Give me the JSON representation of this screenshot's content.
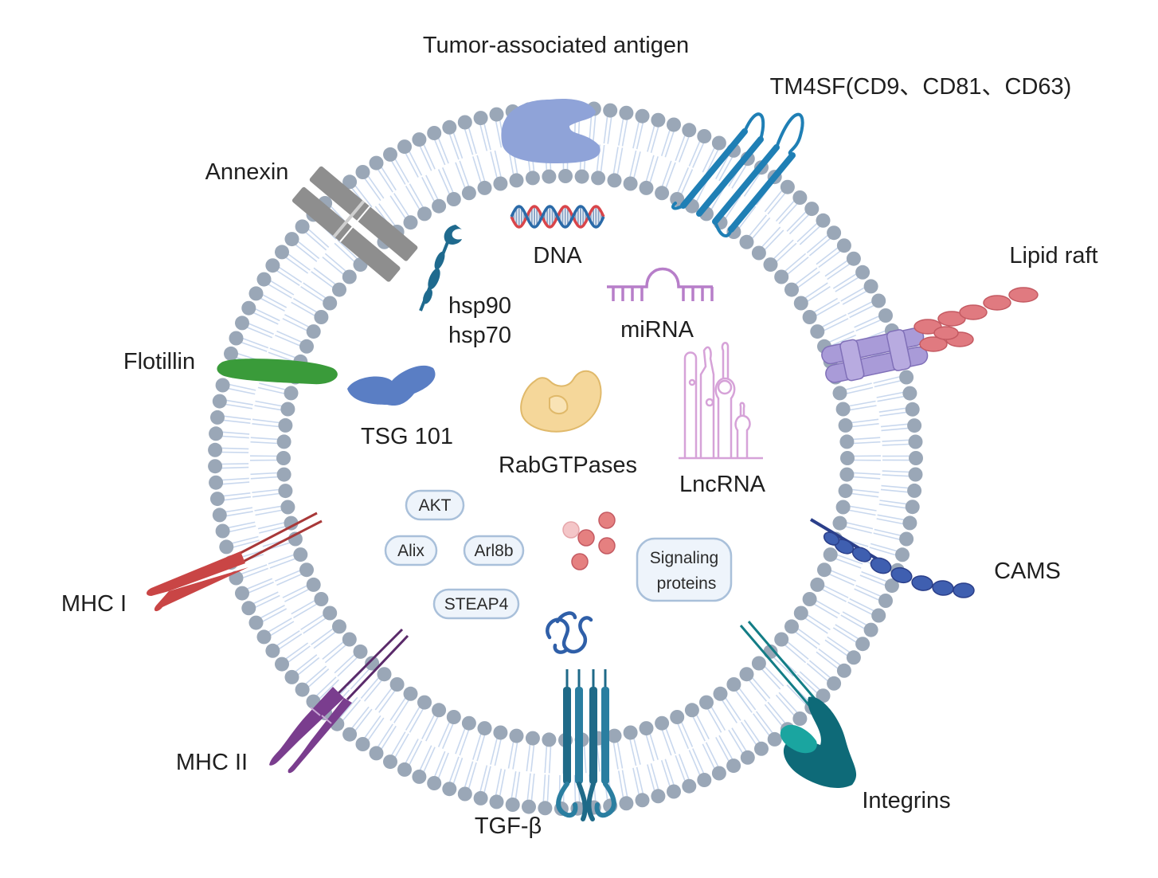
{
  "labels": {
    "tumor_antigen": "Tumor-associated antigen",
    "tm4sf": "TM4SF(CD9、CD81、CD63)",
    "annexin": "Annexin",
    "lipid_raft": "Lipid raft",
    "flotillin": "Flotillin",
    "cams": "CAMS",
    "mhc1": "MHC I",
    "mhc2": "MHC II",
    "tgfb": "TGF-β",
    "integrins": "Integrins",
    "dna": "DNA",
    "hsp90": "hsp90",
    "hsp70": "hsp70",
    "mirna": "miRNA",
    "tsg101": "TSG 101",
    "rabgtpases": "RabGTPases",
    "lncrna": "LncRNA"
  },
  "pills": {
    "akt": "AKT",
    "alix": "Alix",
    "arl8b": "Arl8b",
    "steap4": "STEAP4",
    "signaling_1": "Signaling",
    "signaling_2": "proteins"
  },
  "colors": {
    "lipid_head": "#9aa7b7",
    "lipid_tail": "#c9d8ee",
    "annexin": "#8e8e8e",
    "tumor_antigen": "#8fa3d8",
    "tm4sf": "#1f7fb5",
    "lipid_raft_protein": "#a99bd8",
    "lipid_raft_lipids": "#e07a80",
    "flotillin": "#3a9b3a",
    "tsg101": "#5a7ec4",
    "hsp": "#1f6a8e",
    "dna_red": "#d9454a",
    "dna_blue": "#2a6aa8",
    "mirna": "#b77ec9",
    "lncrna": "#d6a2d8",
    "rabgtpases": "#f5d79a",
    "cams": "#3f5fb0",
    "mhc1": "#c94545",
    "mhc2": "#7a3d8e",
    "tgfb": "#2a7ea0",
    "integrins": "#137d86",
    "dots": "#e58080"
  }
}
